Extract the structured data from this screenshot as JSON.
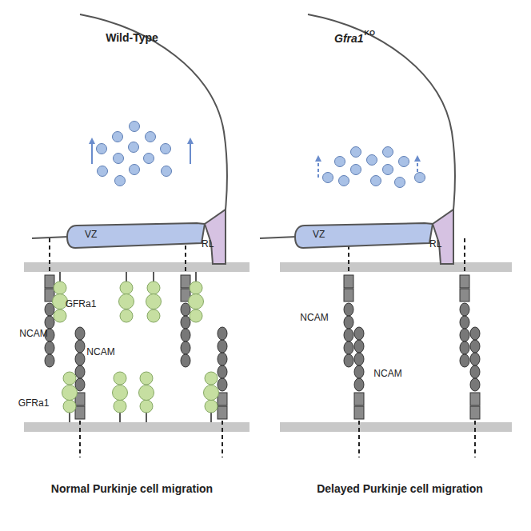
{
  "diagram": {
    "nodes": [
      {
        "text": [
          "VZ"
        ]
      },
      {
        "text": [
          "RL"
        ]
      },
      {
        "text": [
          "VZ"
        ]
      },
      {
        "text": [
          "RL"
        ]
      }
    ],
    "labels": [
      "Wild-Type",
      "Gfra1",
      "KO",
      "GFRa1",
      "NCAM",
      "NCAM",
      "GFRa1",
      "NCAM",
      "NCAM",
      "Normal Purkinje cell migration",
      "Delayed Purkinje cell migration"
    ]
  }
}
